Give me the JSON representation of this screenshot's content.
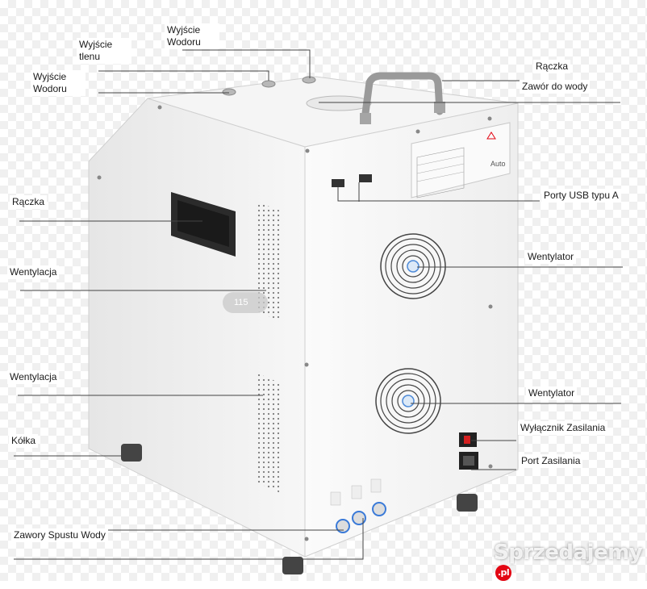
{
  "labels": {
    "hydrogen_out_top": "Wyjście\nWodoru",
    "oxygen_out": "Wyjście\ntlenu",
    "hydrogen_out_left": "Wyjście\nWodoru",
    "handle_top": "Rączka",
    "water_valve": "Zawór do wody",
    "handle_side": "Rączka",
    "usb_ports": "Porty USB typu A",
    "ventilation_upper": "Wentylacja",
    "fan_upper": "Wentylator",
    "ventilation_lower": "Wentylacja",
    "fan_lower": "Wentylator",
    "power_switch": "Wyłącznik Zasilania",
    "wheels": "Kółka",
    "power_port": "Port Zasilania",
    "drain_valves": "Zawory Spustu Wody"
  },
  "badge": "115",
  "panel": {
    "auto_text": "Auto"
  },
  "watermark": {
    "text": "Sprzedajemy",
    "suffix": ".pl"
  },
  "colors": {
    "device_body": "#f3f3f3",
    "label_line": "#444444",
    "accent_red": "#e30613"
  }
}
